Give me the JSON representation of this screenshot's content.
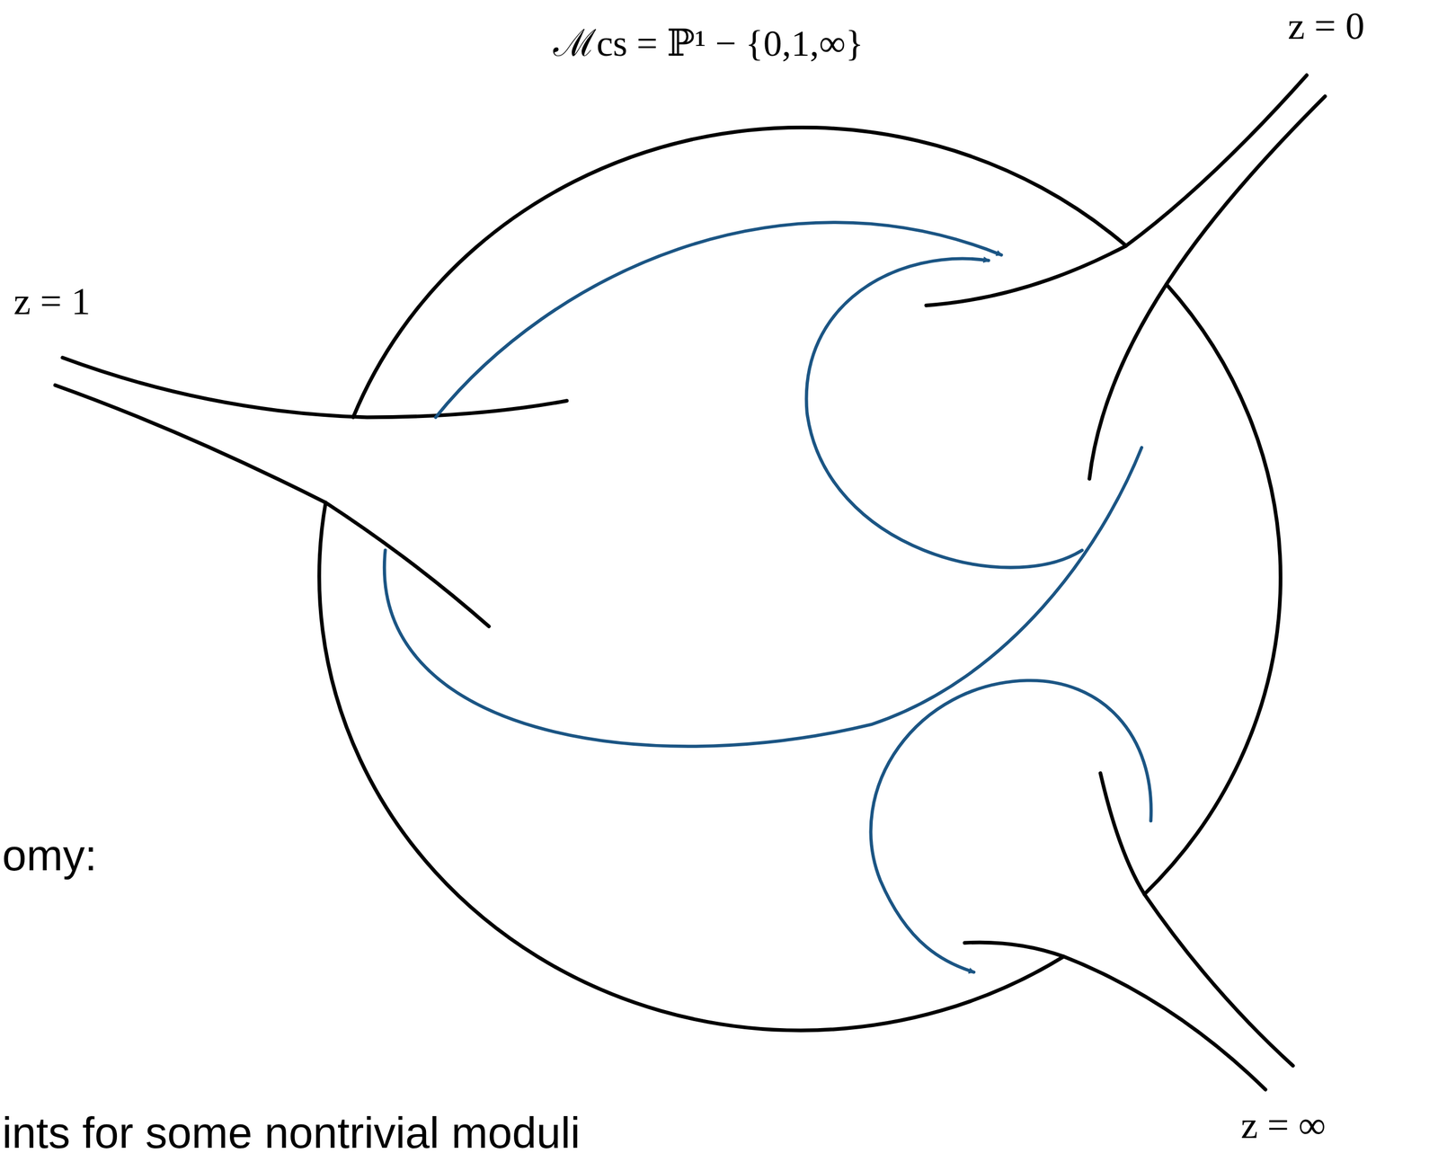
{
  "diagram": {
    "title": "ℳcs = ℙ¹ − {0,1,∞}",
    "labels": [
      "z = 0",
      "z = 1",
      "z = ∞",
      "omy:",
      "ints for some nontrivial moduli"
    ]
  }
}
